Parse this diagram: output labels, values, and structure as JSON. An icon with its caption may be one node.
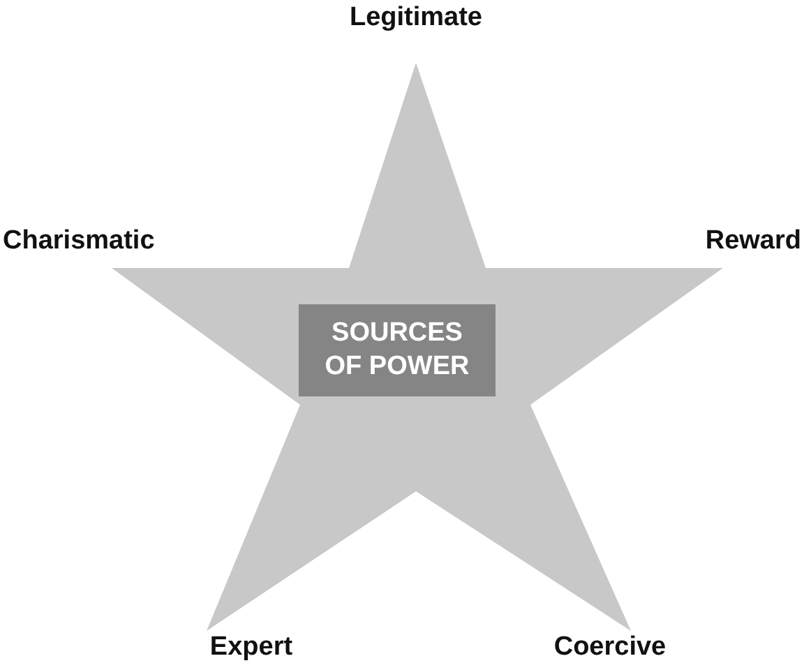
{
  "diagram": {
    "nodes": [
      {
        "text": [],
        "shape": "star"
      },
      {
        "text": [
          "SOURCES OF POWER"
        ],
        "in": 0
      }
    ],
    "labels": [
      "Legitimate",
      "Charismatic",
      "Reward",
      "Expert",
      "Coercive"
    ]
  }
}
